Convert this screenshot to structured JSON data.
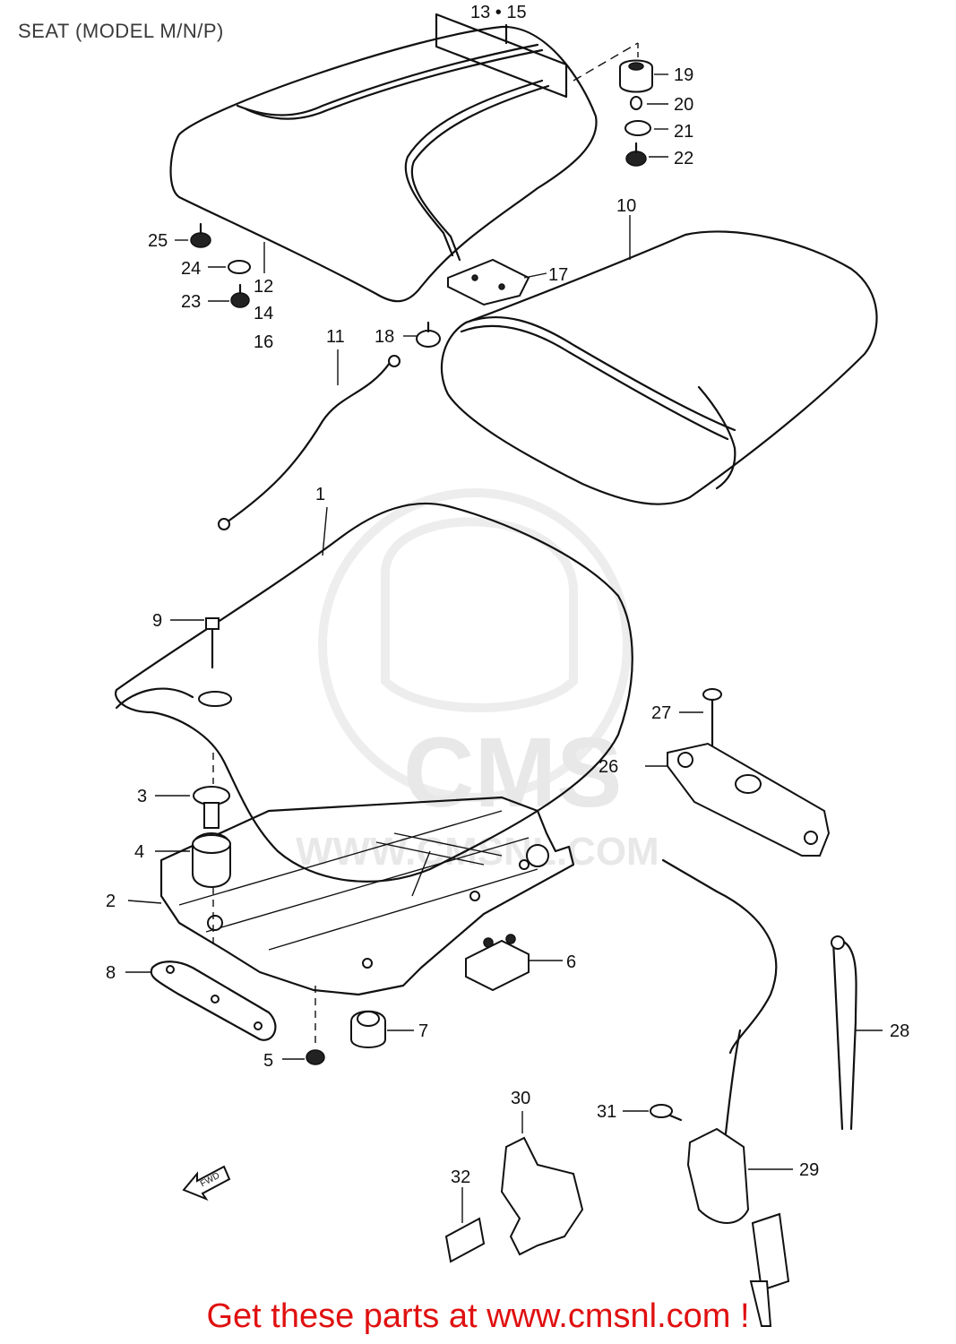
{
  "title": "SEAT (MODEL M/N/P)",
  "fwd_label": "FWD",
  "watermark": {
    "logo_text": "CMS",
    "url_text": "WWW.CMSNL.COM"
  },
  "footer": "Get these parts at www.cmsnl.com !",
  "callouts": {
    "c1": "1",
    "c2": "2",
    "c3": "3",
    "c4": "4",
    "c5": "5",
    "c6": "6",
    "c7": "7",
    "c8": "8",
    "c9": "9",
    "c10": "10",
    "c11": "11",
    "c12": "12",
    "c13_15": "13 • 15",
    "c14": "14",
    "c16": "16",
    "c17": "17",
    "c18": "18",
    "c19": "19",
    "c20": "20",
    "c21": "21",
    "c22": "22",
    "c23": "23",
    "c24": "24",
    "c25": "25",
    "c26": "26",
    "c27": "27",
    "c28": "28",
    "c29": "29",
    "c30": "30",
    "c31": "31",
    "c32": "32"
  },
  "colors": {
    "footer": "#e01010",
    "line": "#111111",
    "watermark": "#e6e6e6"
  }
}
